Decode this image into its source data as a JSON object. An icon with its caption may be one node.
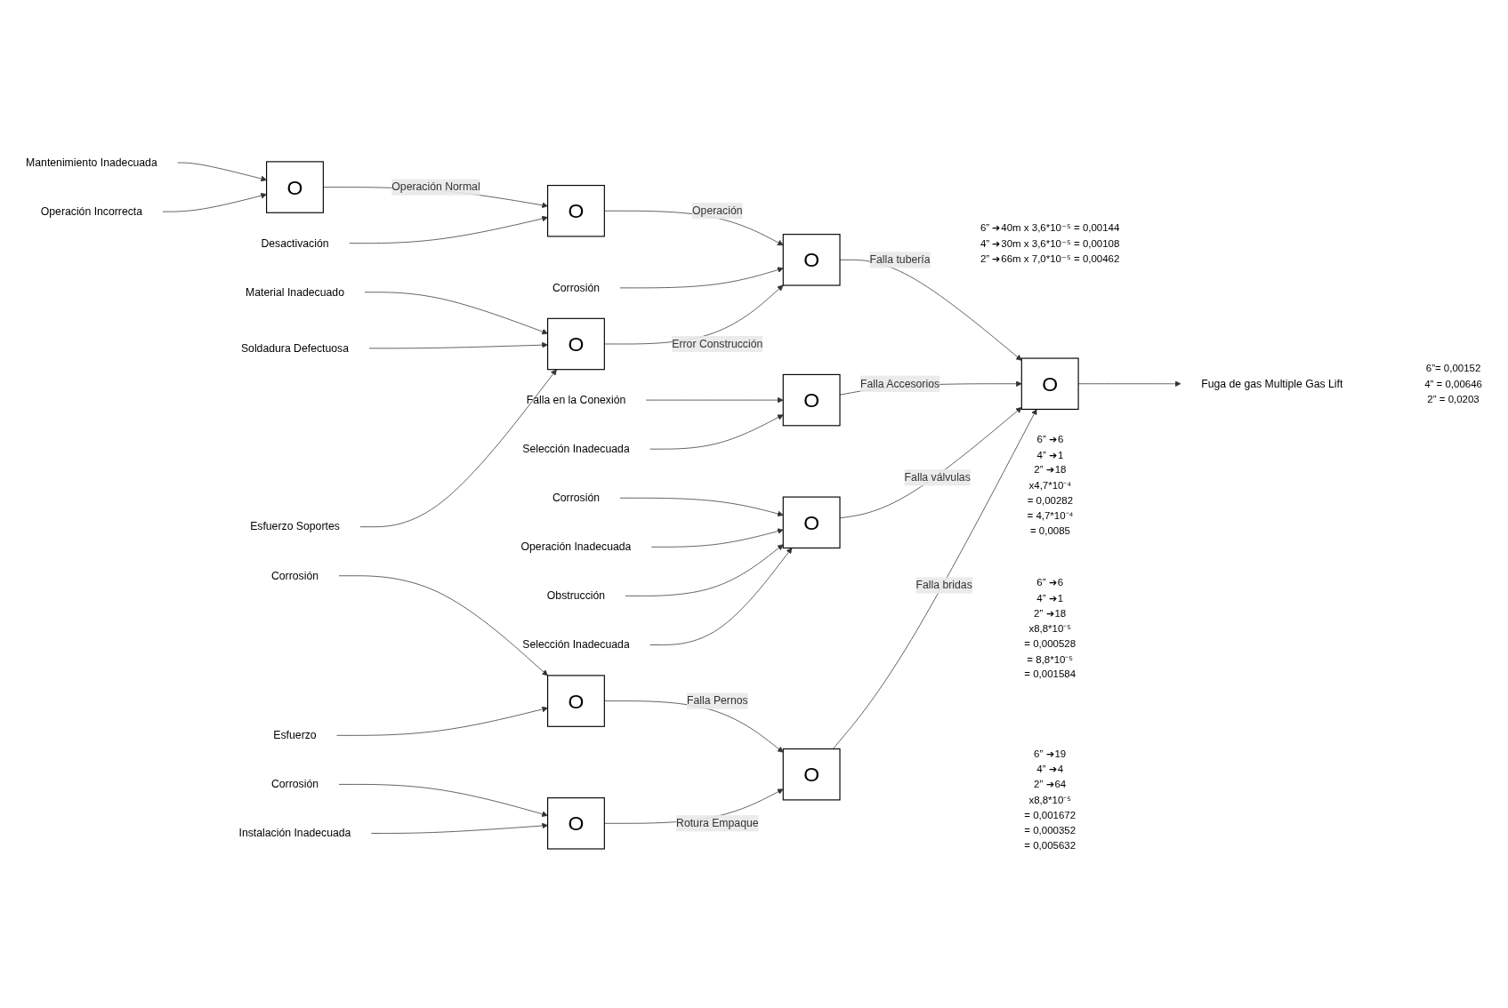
{
  "diagram": {
    "nodes": [
      {
        "text": [
          "Mantenimiento Inadecuada"
        ]
      },
      {
        "text": [
          "Operación Incorrecta"
        ]
      },
      {
        "text": [
          "O"
        ]
      },
      {
        "text": [
          "Desactivación"
        ]
      },
      {
        "text": [
          "O"
        ]
      },
      {
        "text": [
          "Corrosión"
        ]
      },
      {
        "text": [
          "O"
        ],
        "beside": [
          "6” ➔40m x 3,6*10⁻⁵ = 0,00144",
          "4” ➔30m x 3,6*10⁻⁵ = 0,00108",
          "2” ➔66m x 7,0*10⁻⁵ = 0,00462"
        ]
      },
      {
        "text": [
          "Material Inadecuado"
        ]
      },
      {
        "text": [
          "Soldadura Defectuosa"
        ]
      },
      {
        "text": [
          "Esfuerzo Soportes"
        ]
      },
      {
        "text": [
          "O"
        ]
      },
      {
        "text": [
          "O"
        ]
      },
      {
        "text": [
          "Fuga de gas Multiple Gas Lift"
        ],
        "beside": [
          "6”= 0,00152",
          "4” = 0,00646",
          "2” = 0,0203"
        ]
      },
      {
        "text": [
          "Falla en la Conexión"
        ]
      },
      {
        "text": [
          "Selección Inadecuada"
        ]
      },
      {
        "text": [
          "O"
        ],
        "beside": [
          "6” ➔6",
          "4” ➔1",
          "2” ➔18",
          "x4,7*10⁻⁴",
          "= 0,00282",
          "= 4,7*10⁻⁴",
          "= 0,0085"
        ]
      },
      {
        "text": [
          "Corrosión"
        ]
      },
      {
        "text": [
          "Operación Inadecuada"
        ]
      },
      {
        "text": [
          "Obstrucción"
        ]
      },
      {
        "text": [
          "Selección Inadecuada"
        ]
      },
      {
        "text": [
          "O"
        ],
        "beside": [
          "6” ➔6",
          "4” ➔1",
          "2” ➔18",
          "x8,8*10⁻⁵",
          "= 0,000528",
          "= 8,8*10⁻⁵",
          "= 0,001584"
        ]
      },
      {
        "text": [
          "Corrosión"
        ]
      },
      {
        "text": [
          "Esfuerzo"
        ]
      },
      {
        "text": [
          "O"
        ]
      },
      {
        "text": [
          "Corrosión"
        ]
      },
      {
        "text": [
          "Instalación Inadecuada"
        ]
      },
      {
        "text": [
          "O"
        ]
      },
      {
        "text": [
          "O"
        ],
        "beside": [
          "6” ➔19",
          "4” ➔4",
          "2” ➔64",
          "x8,8*10⁻⁵",
          "= 0,001672",
          "= 0,000352",
          "= 0,005632"
        ]
      }
    ],
    "edges": [
      {
        "from": 0,
        "to": 2,
        "arrow": "to"
      },
      {
        "from": 1,
        "to": 2,
        "arrow": "to"
      },
      {
        "from": 2,
        "to": 4,
        "arrow": "to",
        "label": "Operación Normal"
      },
      {
        "from": 3,
        "to": 4,
        "arrow": "to"
      },
      {
        "from": 5,
        "to": 6,
        "arrow": "to"
      },
      {
        "from": 4,
        "to": 6,
        "arrow": "to",
        "label": "Operación"
      },
      {
        "from": 7,
        "to": 10,
        "arrow": "to"
      },
      {
        "from": 8,
        "to": 10,
        "arrow": "to"
      },
      {
        "from": 9,
        "to": 10,
        "arrow": "to"
      },
      {
        "from": 10,
        "to": 6,
        "arrow": "to",
        "label": "Error Construcción"
      },
      {
        "from": 6,
        "to": 11,
        "arrow": "to",
        "label": "Falla tubería"
      },
      {
        "from": 11,
        "to": 12,
        "arrow": "to"
      },
      {
        "from": 13,
        "to": 15,
        "arrow": "to"
      },
      {
        "from": 14,
        "to": 15,
        "arrow": "to"
      },
      {
        "from": 15,
        "to": 11,
        "arrow": "to",
        "label": "Falla Accesorios"
      },
      {
        "from": 16,
        "to": 20,
        "arrow": "to"
      },
      {
        "from": 17,
        "to": 20,
        "arrow": "to"
      },
      {
        "from": 18,
        "to": 20,
        "arrow": "to"
      },
      {
        "from": 19,
        "to": 20,
        "arrow": "to"
      },
      {
        "from": 20,
        "to": 11,
        "arrow": "to",
        "label": "Falla válvulas"
      },
      {
        "from": 21,
        "to": 23,
        "arrow": "to"
      },
      {
        "from": 22,
        "to": 23,
        "arrow": "to"
      },
      {
        "from": 23,
        "to": 27,
        "arrow": "to",
        "label": "Falla Pernos"
      },
      {
        "from": 24,
        "to": 26,
        "arrow": "to"
      },
      {
        "from": 25,
        "to": 26,
        "arrow": "to"
      },
      {
        "from": 26,
        "to": 27,
        "arrow": "to",
        "label": "Rotura Empaque"
      },
      {
        "from": 27,
        "to": 11,
        "arrow": "to",
        "label": "Falla bridas"
      }
    ]
  }
}
